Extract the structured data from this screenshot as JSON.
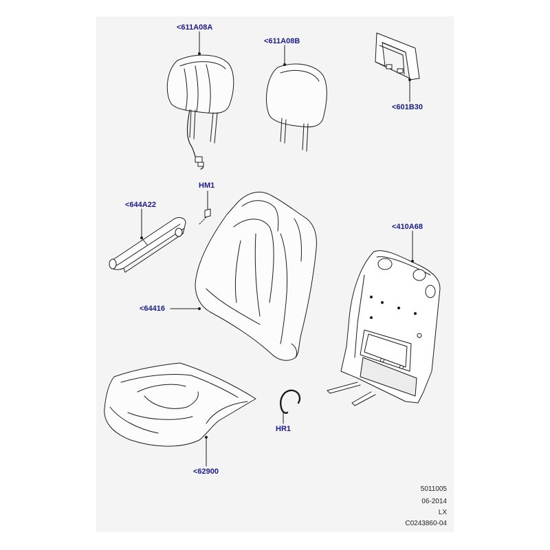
{
  "diagram": {
    "callouts": [
      {
        "id": "headrest-a",
        "label": "<611A08A"
      },
      {
        "id": "headrest-b",
        "label": "<611A08B"
      },
      {
        "id": "frame-guide",
        "label": "<601B30"
      },
      {
        "id": "hm1",
        "label": "HM1"
      },
      {
        "id": "armrest",
        "label": "<644A22"
      },
      {
        "id": "back-panel",
        "label": "<410A68"
      },
      {
        "id": "backrest-cover",
        "label": "<64416"
      },
      {
        "id": "hr1",
        "label": "HR1"
      },
      {
        "id": "cushion-cover",
        "label": "<62900"
      }
    ],
    "reference": {
      "line1": "5011005",
      "line2": "06-2014",
      "line3": "LX",
      "line4": "C0243860-04"
    },
    "colors": {
      "label": "#1a1a8c",
      "outline": "#1a1a1a",
      "panel": "#f4f4f4",
      "shade": "#9a9a9a"
    }
  }
}
